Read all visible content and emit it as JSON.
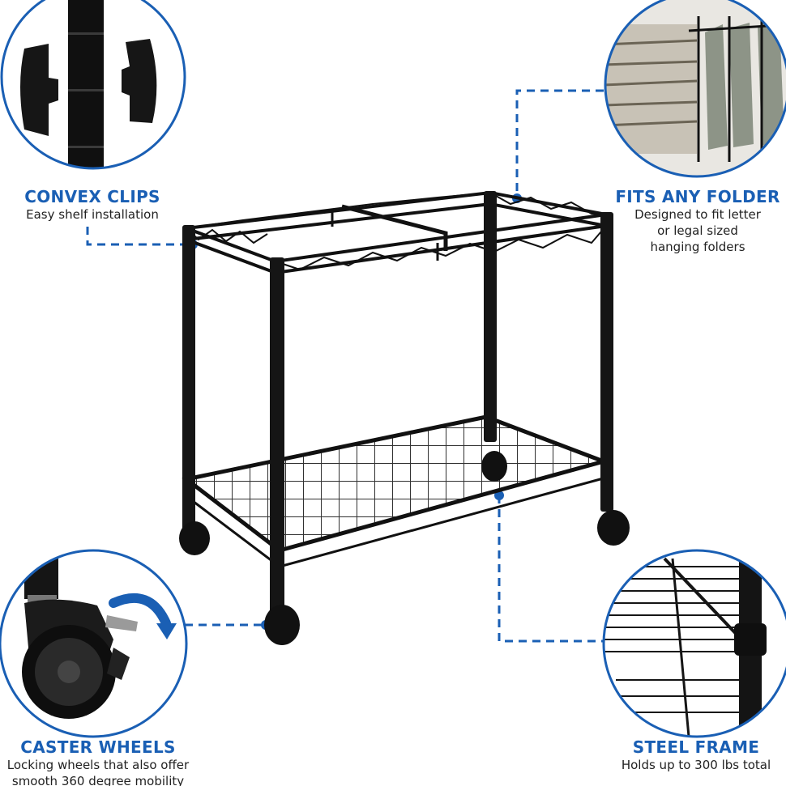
{
  "features": {
    "clips": {
      "title": "CONVEX CLIPS",
      "desc": "Easy shelf installation"
    },
    "folder": {
      "title": "FITS ANY FOLDER",
      "desc_lines": [
        "Designed to fit letter",
        "or legal sized",
        "hanging folders"
      ]
    },
    "wheels": {
      "title": "CASTER WHEELS",
      "desc_lines": [
        "Locking wheels that also offer",
        "smooth 360 degree mobility"
      ]
    },
    "frame": {
      "title": "STEEL FRAME",
      "desc": "Holds up to 300 lbs total"
    }
  },
  "colors": {
    "accent": "#1a5fb4",
    "metal": "#151515",
    "text": "#222222"
  },
  "icons": [
    "clip-detail-image",
    "folder-detail-image",
    "wheel-detail-image",
    "frame-detail-image",
    "rotate-arrow-icon"
  ]
}
